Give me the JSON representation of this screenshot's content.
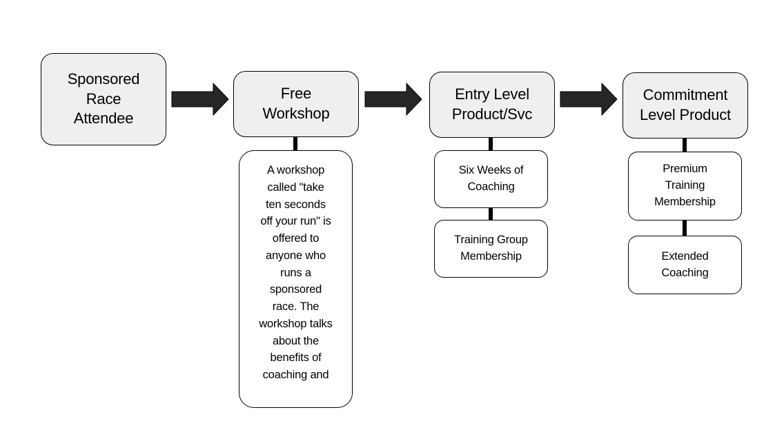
{
  "stages": [
    {
      "label": "Sponsored\nRace\nAttendee"
    },
    {
      "label": "Free\nWorkshop"
    },
    {
      "label": "Entry Level\nProduct/Svc"
    },
    {
      "label": "Commitment\nLevel Product"
    }
  ],
  "workshop_description": "A workshop\ncalled \"take\nten seconds\noff your run\" is\noffered to\nanyone who\nruns a\nsponsored\nrace.  The\nworkshop talks\nabout the\nbenefits of\ncoaching and",
  "entry_level_items": [
    {
      "label": "Six Weeks of\nCoaching"
    },
    {
      "label": "Training Group\nMembership"
    }
  ],
  "commitment_level_items": [
    {
      "label": "Premium\nTraining\nMembership"
    },
    {
      "label": "Extended\nCoaching"
    }
  ],
  "colors": {
    "stage_fill": "#efefef",
    "arrow_fill": "#262626",
    "outline": "#000000"
  },
  "icons": [
    "arrow-right-icon"
  ]
}
